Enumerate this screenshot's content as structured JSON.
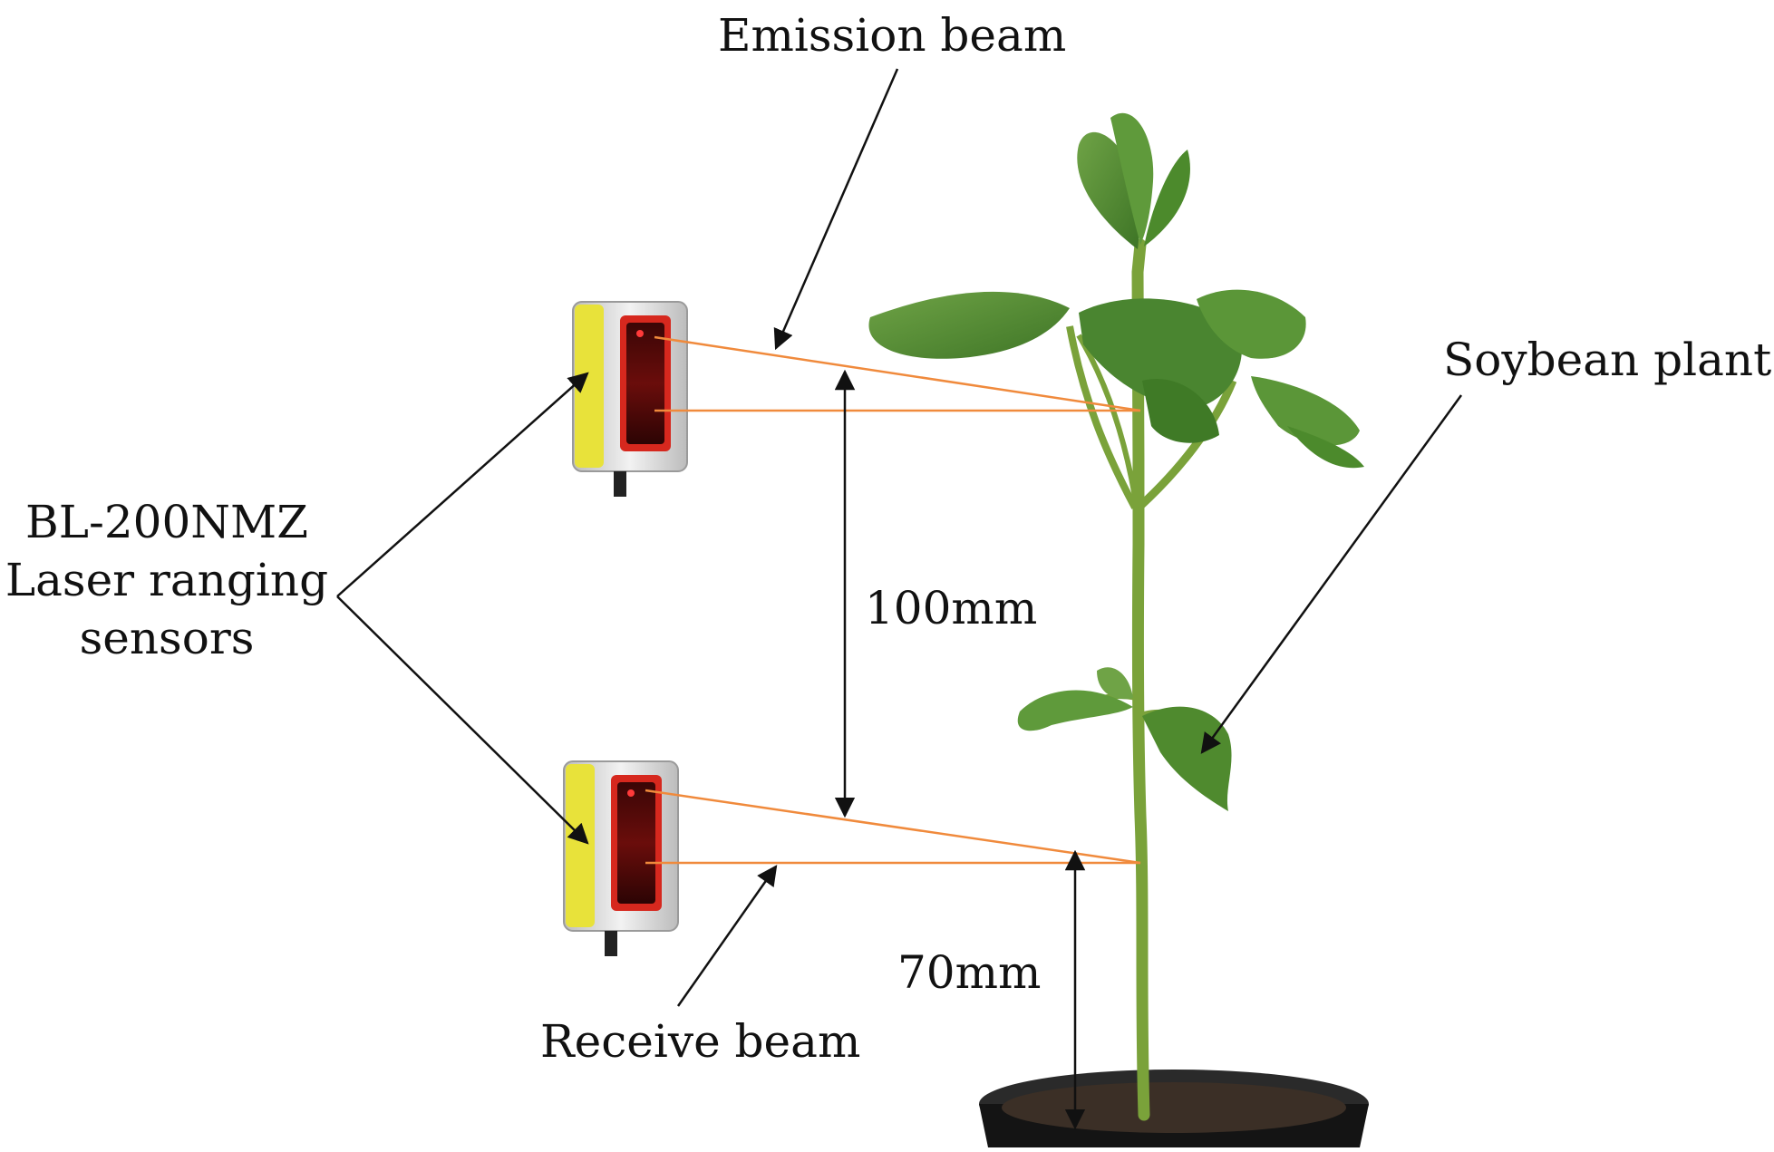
{
  "labels": {
    "emission_beam": "Emission beam",
    "soybean_plant": "Soybean plant",
    "sensor_line1": "BL-200NMZ",
    "sensor_line2": "Laser ranging",
    "sensor_line3": "sensors",
    "dim_between": "100mm",
    "dim_ground": "70mm",
    "receive_beam": "Receive beam"
  },
  "colors": {
    "beam": "#f08a3c",
    "arrow": "#111111",
    "sensor_body": "#d8d8d8",
    "sensor_label": "#e8e23a",
    "lens_red": "#d6281e",
    "leaf": "#4f8a2e",
    "stem": "#7aa23a",
    "pot": "#1b1b1b"
  }
}
